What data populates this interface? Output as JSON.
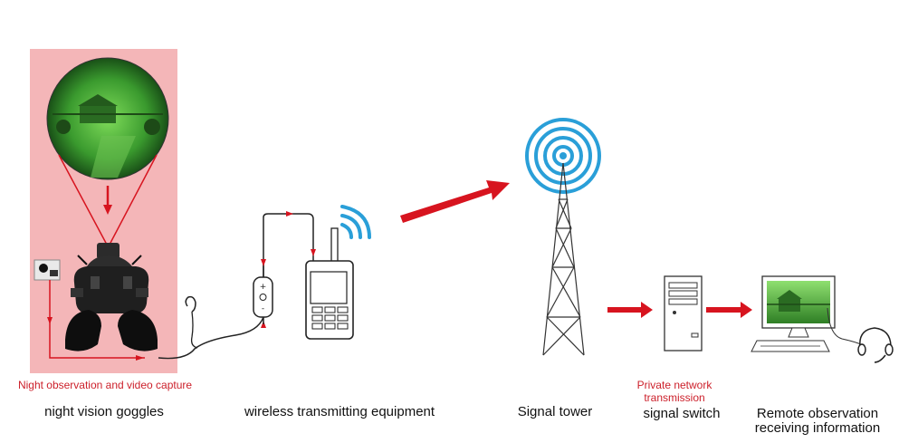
{
  "colors": {
    "highlight_bg": "#f4b6b8",
    "arrow_red": "#d7141f",
    "label_red": "#cc1f2a",
    "wave_blue": "#2a9fd8",
    "nv_green": "#3fa33a"
  },
  "annotations": {
    "capture_note": "Night observation and video capture",
    "private_network_line1": "Private network",
    "private_network_line2": "transmission"
  },
  "components": {
    "goggles": "night vision goggles",
    "transmitter": "wireless transmitting equipment",
    "tower": "Signal tower",
    "switch": "signal switch",
    "remote_line1": "Remote observation",
    "remote_line2": "receiving information"
  },
  "icons": {
    "night_view": "night-vision-scene",
    "goggles": "goggles-icon",
    "earpiece": "earpiece-icon",
    "controller": "remote-control-icon",
    "transmitter": "handheld-transmitter-icon",
    "tower": "signal-tower-icon",
    "server": "server-tower-icon",
    "monitor": "monitor-icon",
    "headset": "headset-icon"
  }
}
